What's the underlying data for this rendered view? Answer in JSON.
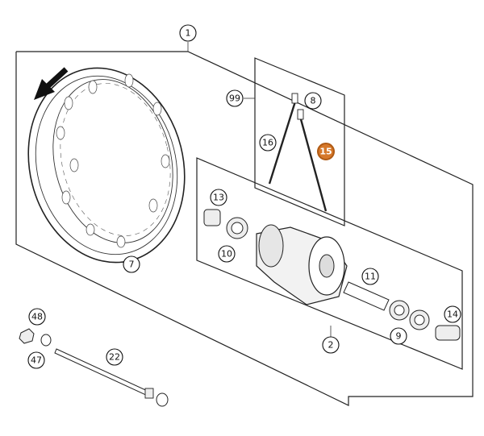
{
  "diagram": {
    "highlight_color": "#d6782a",
    "callouts": [
      {
        "id": "c1",
        "label": "1"
      },
      {
        "id": "c99",
        "label": "99"
      },
      {
        "id": "c8",
        "label": "8"
      },
      {
        "id": "c16",
        "label": "16"
      },
      {
        "id": "c15",
        "label": "15",
        "highlighted": true
      },
      {
        "id": "c13",
        "label": "13"
      },
      {
        "id": "c10",
        "label": "10"
      },
      {
        "id": "c7",
        "label": "7"
      },
      {
        "id": "c11",
        "label": "11"
      },
      {
        "id": "c14",
        "label": "14"
      },
      {
        "id": "c9",
        "label": "9"
      },
      {
        "id": "c2",
        "label": "2"
      },
      {
        "id": "c48",
        "label": "48"
      },
      {
        "id": "c47",
        "label": "47"
      },
      {
        "id": "c22",
        "label": "22"
      }
    ]
  }
}
